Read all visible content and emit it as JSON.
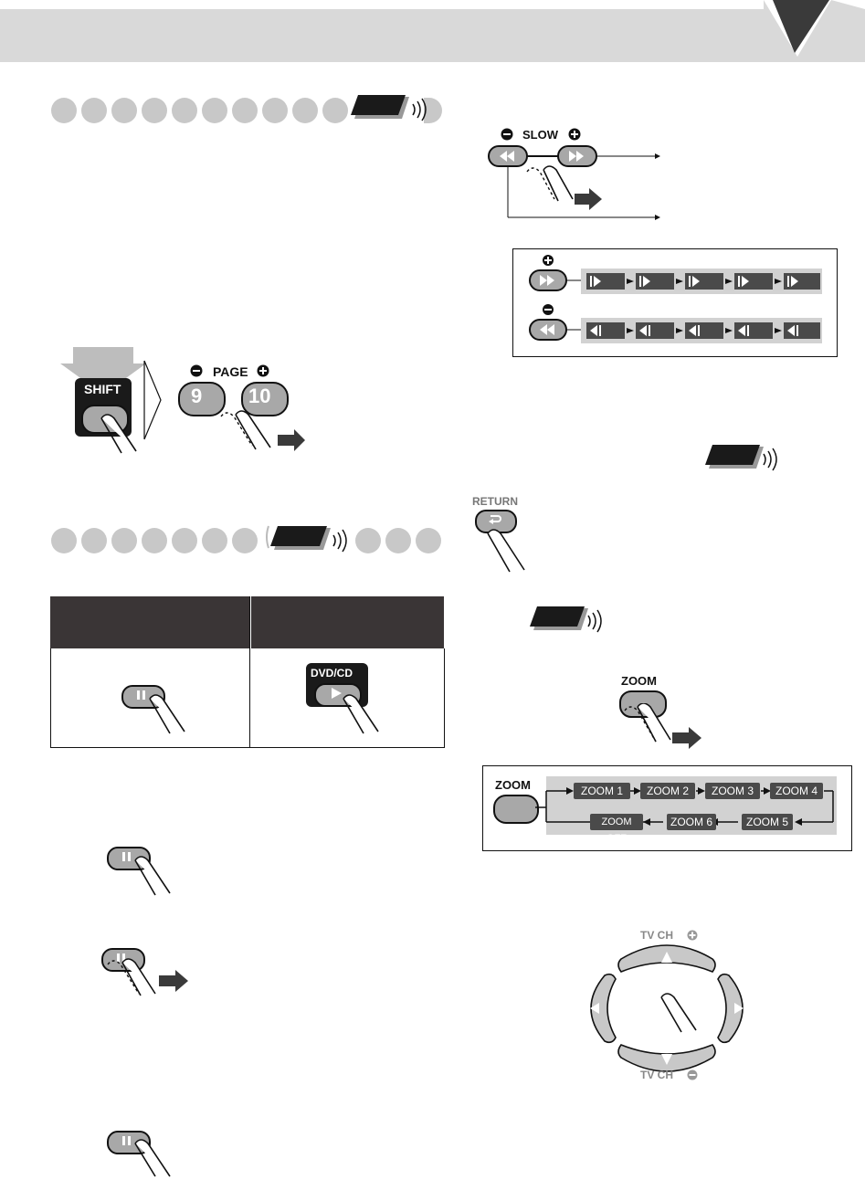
{
  "colors": {
    "header_bg": "#d9d9d9",
    "dot_gray": "#c8c8c8",
    "table_header": "#3a3536",
    "button_gray": "#a8a8a8",
    "dark_label": "#222222"
  },
  "page": {
    "header_bar": "",
    "corner_icon": "down-triangle-icon"
  },
  "left": {
    "page_control": {
      "shift_label": "SHIFT",
      "page_label": "PAGE",
      "minus_icon": "minus-circle-icon",
      "plus_icon": "plus-circle-icon",
      "btn_9": "9",
      "btn_10": "10"
    },
    "pause_table": {
      "headers": [
        "",
        ""
      ],
      "dvd_cd_label": "DVD/CD"
    }
  },
  "right": {
    "slow": {
      "label": "SLOW"
    },
    "return_label": "RETURN",
    "zoom": {
      "button_label": "ZOOM",
      "box_label": "ZOOM",
      "sequence_top": [
        "ZOOM 1",
        "ZOOM 2",
        "ZOOM 3",
        "ZOOM 4"
      ],
      "sequence_bottom": [
        "ZOOM OFF",
        "ZOOM 6",
        "ZOOM 5"
      ]
    },
    "cursor_pad": {
      "tv_ch_plus": "TV CH",
      "tv_ch_minus": "TV CH"
    }
  }
}
